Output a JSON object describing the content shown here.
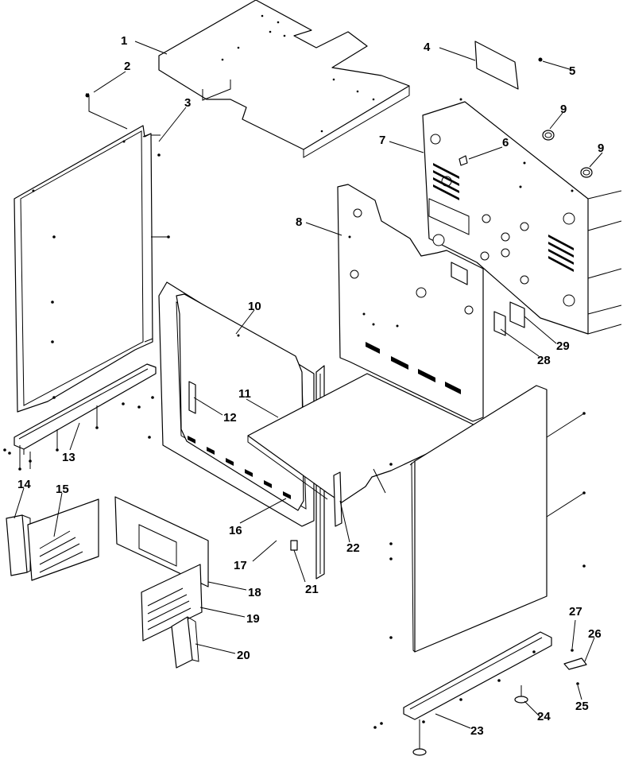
{
  "diagram": {
    "callouts": [
      {
        "id": "1",
        "text": "1"
      },
      {
        "id": "2",
        "text": "2"
      },
      {
        "id": "3",
        "text": "3"
      },
      {
        "id": "4",
        "text": "4"
      },
      {
        "id": "5",
        "text": "5"
      },
      {
        "id": "6",
        "text": "6"
      },
      {
        "id": "7",
        "text": "7"
      },
      {
        "id": "8",
        "text": "8"
      },
      {
        "id": "9a",
        "text": "9"
      },
      {
        "id": "9b",
        "text": "9"
      },
      {
        "id": "10",
        "text": "10"
      },
      {
        "id": "11",
        "text": "11"
      },
      {
        "id": "12",
        "text": "12"
      },
      {
        "id": "13",
        "text": "13"
      },
      {
        "id": "14",
        "text": "14"
      },
      {
        "id": "15",
        "text": "15"
      },
      {
        "id": "16",
        "text": "16"
      },
      {
        "id": "17",
        "text": "17"
      },
      {
        "id": "18",
        "text": "18"
      },
      {
        "id": "19",
        "text": "19"
      },
      {
        "id": "20",
        "text": "20"
      },
      {
        "id": "21",
        "text": "21"
      },
      {
        "id": "22",
        "text": "22"
      },
      {
        "id": "23",
        "text": "23"
      },
      {
        "id": "24",
        "text": "24"
      },
      {
        "id": "25",
        "text": "25"
      },
      {
        "id": "26",
        "text": "26"
      },
      {
        "id": "27",
        "text": "27"
      },
      {
        "id": "28",
        "text": "28"
      },
      {
        "id": "29",
        "text": "29"
      }
    ]
  }
}
